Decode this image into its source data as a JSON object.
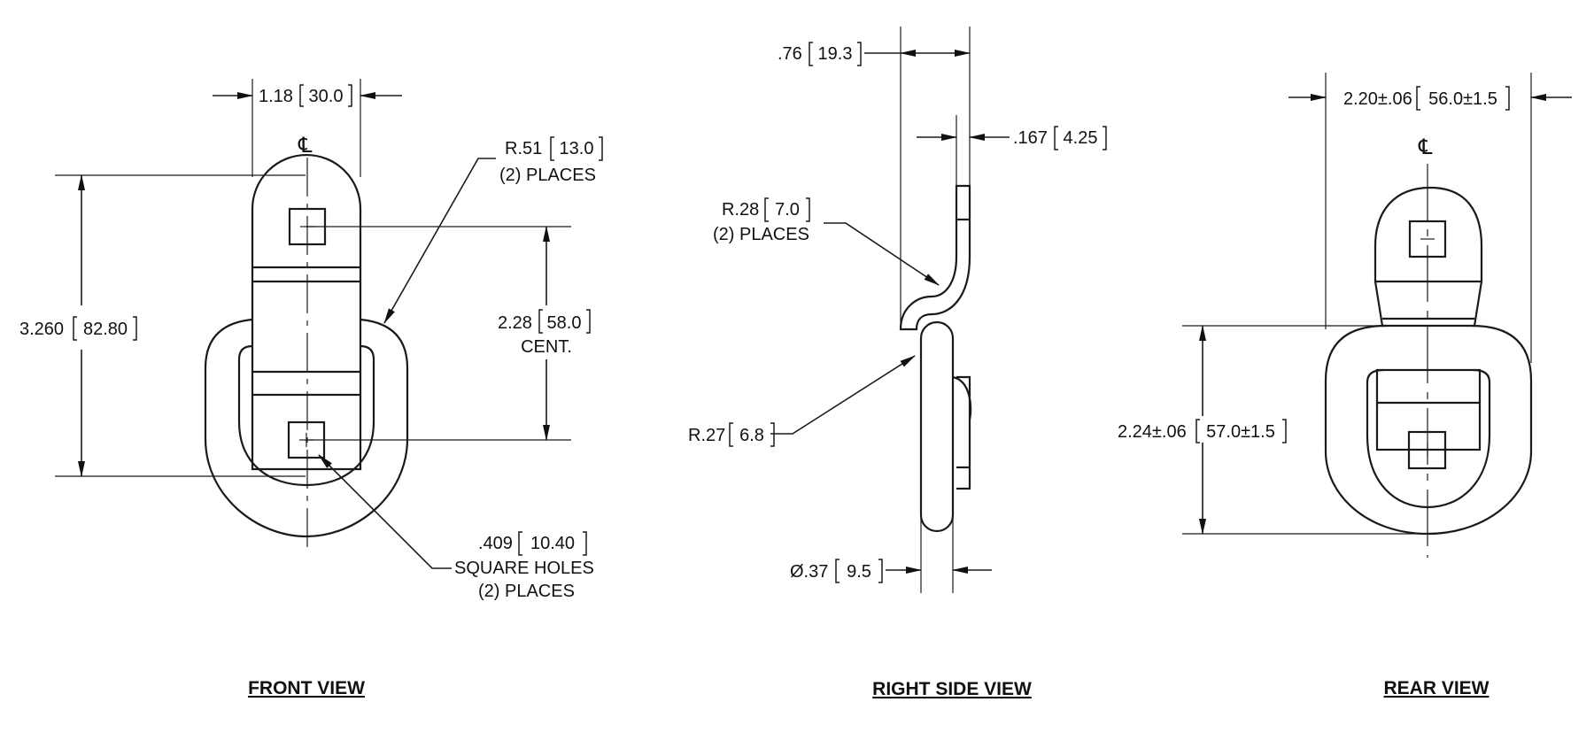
{
  "views": {
    "front": {
      "title": "FRONT VIEW",
      "centerline": "℄",
      "width_dim": {
        "inch": "1.18",
        "mm": "30.0"
      },
      "height_dim": {
        "inch": "3.260",
        "mm": "82.80"
      },
      "radius_note": {
        "inch": "R.51",
        "mm": "13.0",
        "qty": "(2) PLACES"
      },
      "hole_spacing": {
        "inch": "2.28",
        "mm": "58.0",
        "note": "CENT."
      },
      "hole_note": {
        "inch": ".409",
        "mm": "10.40",
        "line1": "SQUARE HOLES",
        "line2": "(2) PLACES"
      }
    },
    "side": {
      "title": "RIGHT SIDE VIEW",
      "depth_dim": {
        "inch": ".76",
        "mm": "19.3"
      },
      "thickness_dim": {
        "inch": ".167",
        "mm": "4.25"
      },
      "bend_radius": {
        "inch": "R.28",
        "mm": "7.0",
        "qty": "(2) PLACES"
      },
      "ring_radius": {
        "inch": "R.27",
        "mm": "6.8"
      },
      "rod_diameter": {
        "inch": "Ø.37",
        "mm": "9.5"
      }
    },
    "rear": {
      "title": "REAR VIEW",
      "centerline": "℄",
      "ring_width": {
        "inch": "2.20±.06",
        "mm": "56.0±1.5"
      },
      "ring_height": {
        "inch": "2.24±.06",
        "mm": "57.0±1.5"
      }
    }
  }
}
